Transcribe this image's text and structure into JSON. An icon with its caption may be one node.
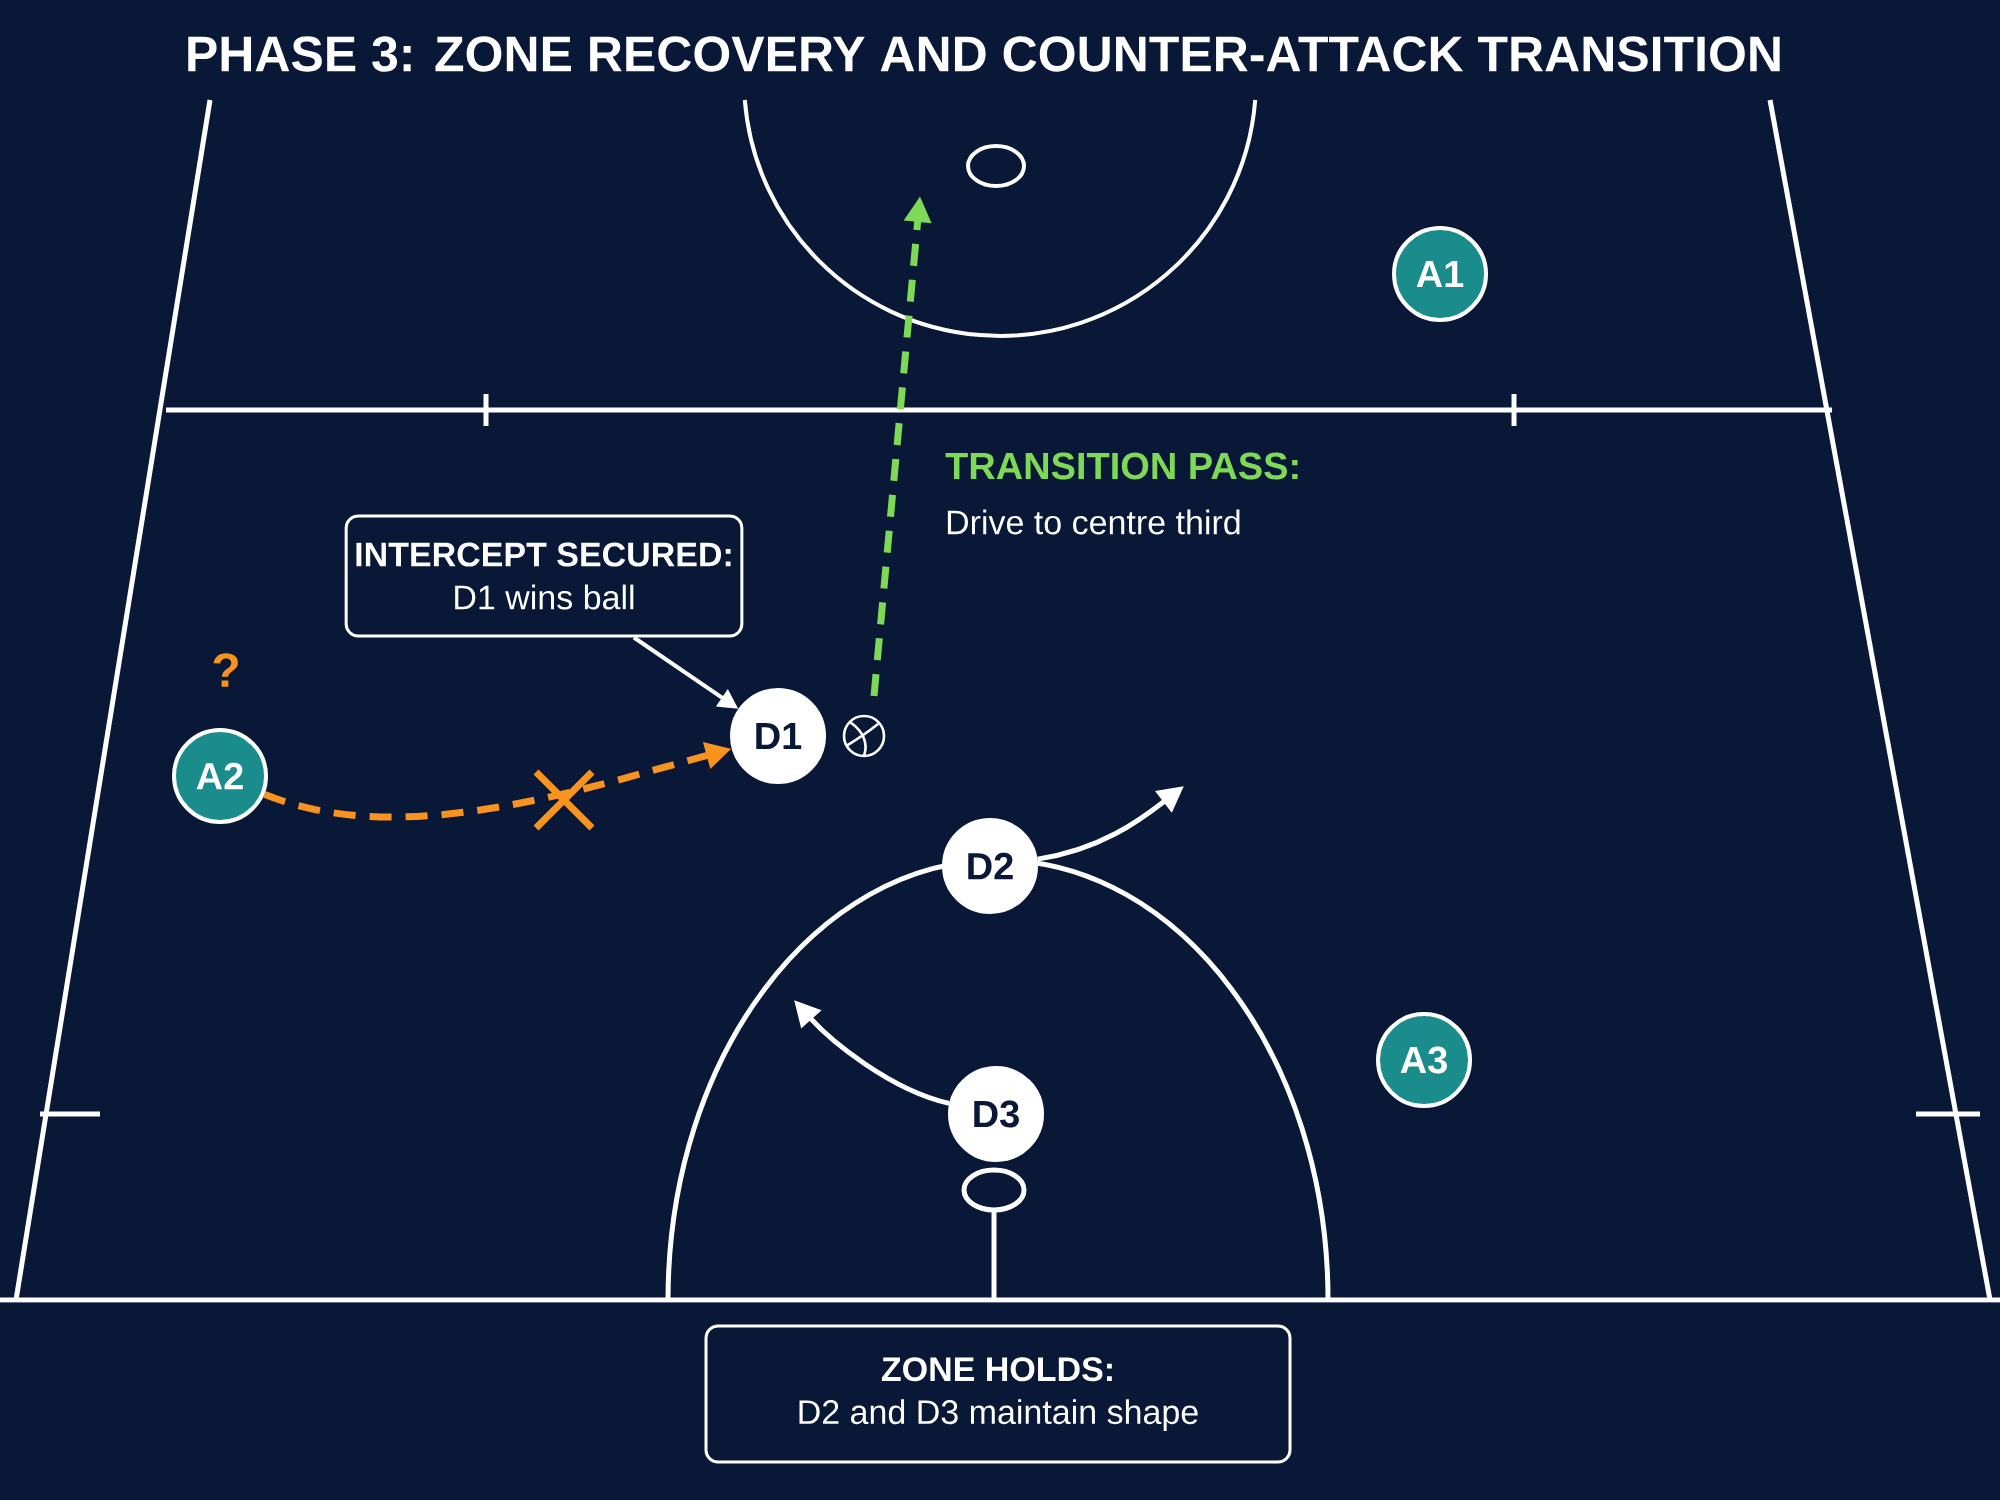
{
  "diagram": {
    "title": "PHASE 3: ZONE RECOVERY AND COUNTER-ATTACK TRANSITION",
    "nodes": [
      {
        "text": [
          "A1"
        ]
      },
      {
        "text": [
          "INTERCEPT SECURED:",
          "D1 wins ball"
        ]
      },
      {
        "text": [
          "A2"
        ]
      },
      {
        "text": [
          "D1"
        ]
      },
      {
        "text": [
          "D2"
        ]
      },
      {
        "text": [
          "A3"
        ]
      },
      {
        "text": [
          "D3"
        ]
      },
      {
        "text": [
          "ZONE HOLDS:",
          "D2 and D3 maintain shape"
        ]
      }
    ],
    "edges": [
      {
        "from": 2,
        "to": 3,
        "arrow": "to",
        "style": "dashed",
        "color": "#f7931e"
      },
      {
        "from": 1,
        "to": 3,
        "arrow": "to"
      },
      {
        "from": 3,
        "to": null,
        "arrow": "to",
        "style": "dashed",
        "color": "#7ed957"
      },
      {
        "from": 4,
        "to": null,
        "arrow": "to"
      },
      {
        "from": 6,
        "to": null,
        "arrow": "to"
      }
    ],
    "labels": [
      "?",
      "TRANSITION PASS:",
      "Drive to centre third"
    ]
  }
}
